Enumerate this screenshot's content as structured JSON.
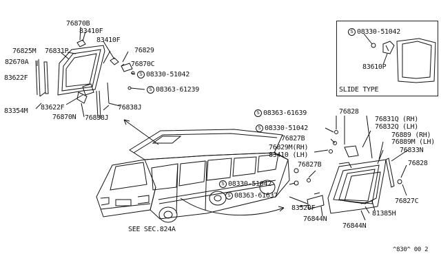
{
  "symbols": {
    "circled_s": "S"
  },
  "labels": {
    "l76870b": "76870B",
    "l83410f_a": "83410F",
    "l83410f_b": "83410F",
    "l76825m": "76825M",
    "l76831p": "76831P",
    "l76829": "76829",
    "l82670a": "82670A",
    "l76870c": "76870C",
    "l08330_51042_a": "08330-51042",
    "l08363_61239": "08363-61239",
    "l83622f_a": "83622F",
    "l83354m": "83354M",
    "l83622f_b": "83622F",
    "l76870n": "76870N",
    "l76838j_a": "76838J",
    "l76838j_b": "76838J",
    "l08330_51042_box": "08330-51042",
    "l83610p": "83610P",
    "slide_type": "SLIDE TYPE",
    "l08363_61639": "08363-61639",
    "l76828_a": "76828",
    "l76831q": "76831Q (RH)",
    "l76832q": "76832Q (LH)",
    "l08330_51042_b": "08330-51042",
    "l76827b_a": "76827B",
    "l76889": "76889  (RH)",
    "l76889m": "76889M (LH)",
    "l76829m": "76829M(RH)",
    "l83410": "83410  (LH)",
    "l76833n": "76833N",
    "l76827b_b": "76827B",
    "l76828_b": "76828",
    "l08330_51042_c": "08330-51042",
    "l76827c": "76827C",
    "l08363_61637": "08363-61637",
    "l83520f": "83520F",
    "l81385h": "81385H",
    "l76844n_a": "76844N",
    "l76844n_b": "76844N",
    "see_sec": "SEE SEC.824A",
    "footer_code": "^830^ 00 2"
  }
}
